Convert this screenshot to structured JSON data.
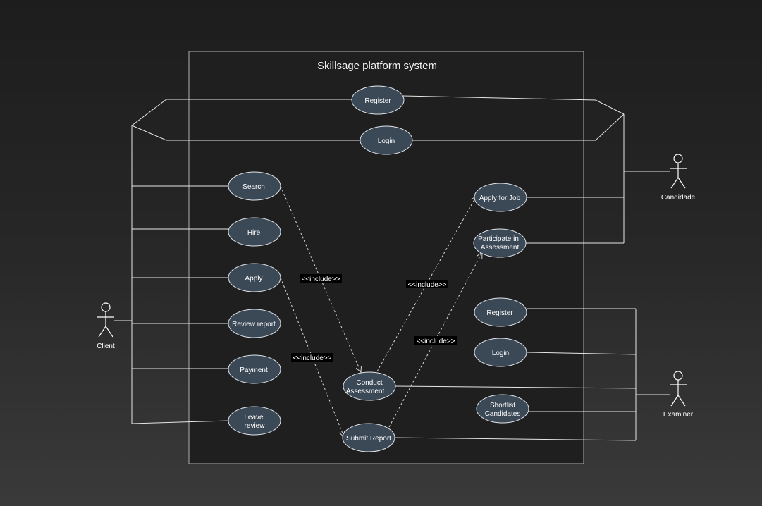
{
  "diagram": {
    "title": "Skillsage platform system",
    "actors": {
      "client": "Client",
      "candidate": "Candidade",
      "examiner": "Examiner"
    },
    "use_cases": {
      "register_top": "Register",
      "login_top": "Login",
      "search": "Search",
      "hire": "Hire",
      "apply": "Apply",
      "review_report": "Review report",
      "payment": "Payment",
      "leave_review": [
        "Leave",
        "review"
      ],
      "conduct_assessment": [
        "Conduct",
        "Assessment"
      ],
      "submit_report": "Submit Report",
      "apply_for_job": "Apply for Job",
      "participate_assessment": [
        "Participate in",
        "Assessment"
      ],
      "register_examiner": "Register",
      "login_examiner": "Login",
      "shortlist_candidates": [
        "Shortlist",
        "Candidates"
      ]
    },
    "include_label": "<<include>>",
    "colors": {
      "use_case_fill": "#3b4856",
      "use_case_stroke": "#dfe3e8",
      "line": "#e6e6e6",
      "boundary": "#9a9a9a"
    }
  }
}
